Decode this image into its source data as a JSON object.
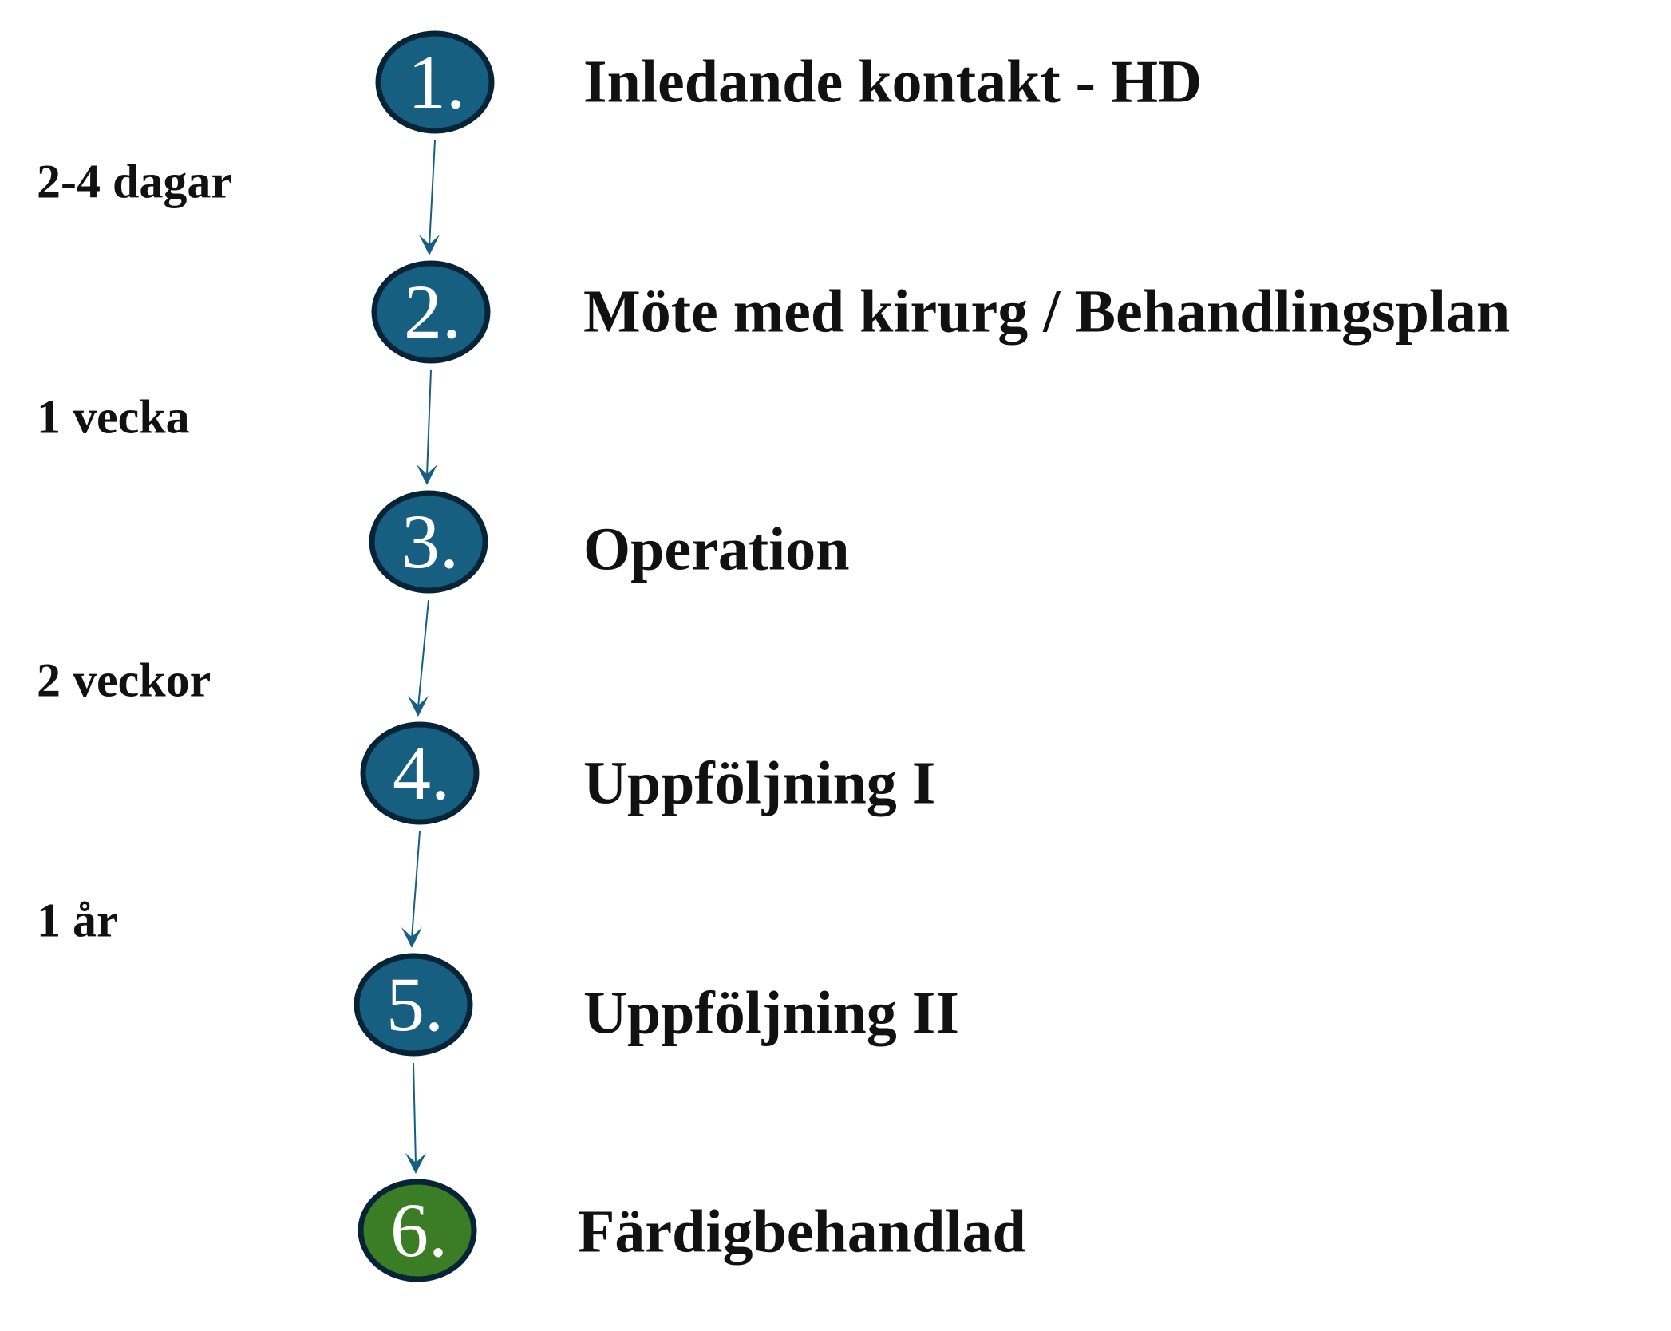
{
  "steps": [
    {
      "number": "1.",
      "label": "Inledande kontakt - HD",
      "color": "#175f81"
    },
    {
      "number": "2.",
      "label": "Möte med kirurg / Behandlingsplan",
      "color": "#175f81"
    },
    {
      "number": "3.",
      "label": "Operation",
      "color": "#175f81"
    },
    {
      "number": "4.",
      "label": "Uppföljning I",
      "color": "#175f81"
    },
    {
      "number": "5.",
      "label": "Uppföljning II",
      "color": "#175f81"
    },
    {
      "number": "6.",
      "label": "Färdigbehandlad",
      "color": "#3b7d24"
    }
  ],
  "durations": [
    "2-4 dagar",
    "1 vecka",
    "2 veckor",
    "1 år"
  ],
  "colors": {
    "outline": "#062436",
    "arrow": "#175f81",
    "number_text": "#ffffff"
  }
}
